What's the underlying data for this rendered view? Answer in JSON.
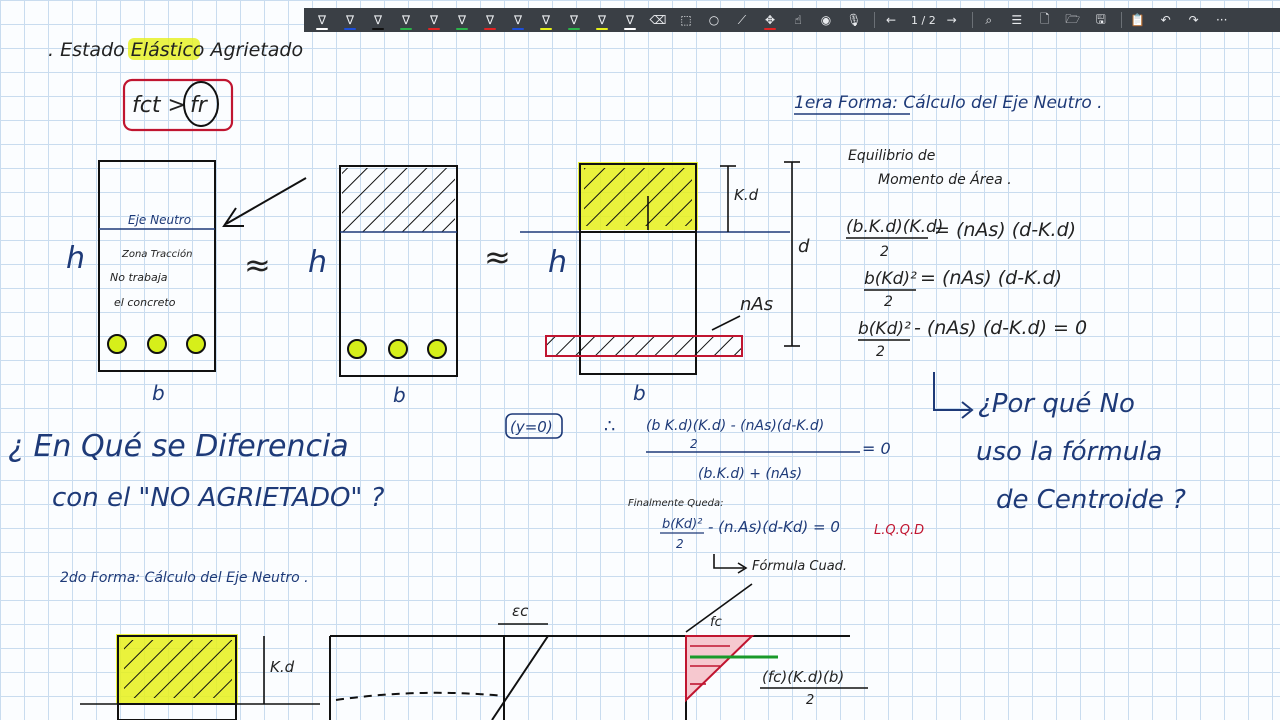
{
  "toolbar": {
    "tools": [
      {
        "name": "pen-tool-1-icon",
        "glyph": "∇",
        "color": "#ffffff"
      },
      {
        "name": "pen-tool-2-icon",
        "glyph": "∇",
        "color": "#1e4fd8"
      },
      {
        "name": "pen-tool-3-icon",
        "glyph": "∇",
        "color": "#111111"
      },
      {
        "name": "pen-tool-4-icon",
        "glyph": "∇",
        "color": "#2bb34a"
      },
      {
        "name": "pen-tool-5-icon",
        "glyph": "∇",
        "color": "#e02424"
      },
      {
        "name": "pen-tool-6-icon",
        "glyph": "∇",
        "color": "#2bb34a"
      },
      {
        "name": "pen-tool-7-icon",
        "glyph": "∇",
        "color": "#e02424"
      },
      {
        "name": "pen-tool-8-icon",
        "glyph": "∇",
        "color": "#1e4fd8"
      },
      {
        "name": "highlighter-1-icon",
        "glyph": "∇",
        "color": "#e6f01a"
      },
      {
        "name": "highlighter-2-icon",
        "glyph": "∇",
        "color": "#2bb34a"
      },
      {
        "name": "highlighter-3-icon",
        "glyph": "∇",
        "color": "#e6f01a"
      },
      {
        "name": "highlighter-4-icon",
        "glyph": "∇",
        "color": "#ffffff"
      }
    ],
    "eraser_icon": "⌫",
    "lasso_icon": "⬚",
    "shape_icon": "○",
    "ruler_icon": "⟋",
    "pan_icon": "✥",
    "touch_icon": "☝",
    "palette_icon": "◉",
    "mic_icon": "🎙",
    "prev_icon": "←",
    "page_indicator": "1 / 2",
    "next_icon": "→",
    "zoom_icon": "⌕",
    "settings_icon": "☰",
    "new_icon": "🗋",
    "open_icon": "🗁",
    "save_icon": "🖫",
    "clipboard_icon": "📋",
    "undo_icon": "↶",
    "redo_icon": "↷",
    "more_icon": "···",
    "tool_bar_colors": {
      "active_underline": "#e02424"
    }
  },
  "notes": {
    "title": ". Estado Elástico Agrietado",
    "condition_a": "fct >",
    "condition_b": "fr",
    "method1_title": "1era Forma:  Cálculo del Eje Neutro .",
    "equilibrium_1": "Equilibrio de",
    "equilibrium_2": "Momento de Área .",
    "eq1_num": "(b.K.d)(K.d)",
    "eq1_den": "2",
    "eq1_rhs": "= (nAs) (d-K.d)",
    "eq2_num": "b(Kd)²",
    "eq2_den": "2",
    "eq2_rhs": "= (nAs) (d-K.d)",
    "eq3_num": "b(Kd)²",
    "eq3_den": "2",
    "eq3_rhs": "- (nAs) (d-K.d) = 0",
    "neutral_axis_label": "Eje Neutro",
    "zone_1": "Zona Tracción",
    "zone_2": "No trabaja",
    "zone_3": "el concreto",
    "h_label": "h",
    "b_label": "b",
    "approx": "≈",
    "kd_label": "K.d",
    "d_label": "d",
    "nas_label": "nAs",
    "question_1": "¿ En Qué se Diferencia",
    "question_2": "con el \"NO AGRIETADO\" ?",
    "y0_label": "(y=0)",
    "therefore": "∴",
    "frac_num": "(b K.d)(K.d)  -  (nAs)(d-K.d)",
    "frac_mid": "2",
    "frac_den": "(b.K.d) + (nAs)",
    "frac_rhs": "= 0",
    "finally": "Finalmente Queda:",
    "final_num": "b(Kd)²",
    "final_den": "2",
    "final_rhs": "- (n.As)(d-Kd) = 0",
    "lqqd": "L.Q.Q.D",
    "quad_formula": "Fórmula Cuad.",
    "centroid_q_1": "¿Por qué No",
    "centroid_q_2": "uso la fórmula",
    "centroid_q_3": "de Centroide ?",
    "method2_title": "2do Forma: Cálculo del Eje Neutro .",
    "ec_label": "εc",
    "fc_label": "fc",
    "force_num": "(fc)(K.d)(b)",
    "force_den": "2"
  },
  "colors": {
    "toolbar_bg": "#3a3f45",
    "grid": "#c9dcef",
    "ink_blue": "#1e3a78",
    "ink_red": "#c01530",
    "highlight_yellow": "#e6f01a",
    "arrow_green": "#1a9a2a"
  }
}
